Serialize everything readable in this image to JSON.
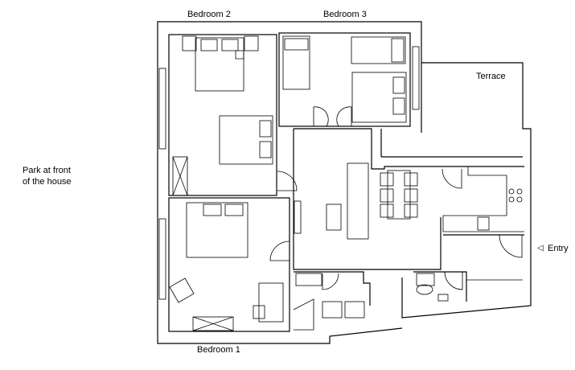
{
  "title": "Apartment floor plan",
  "rooms": {
    "bedroom2": "Bedroom 2",
    "bedroom3": "Bedroom 3",
    "bedroom1": "Bedroom 1",
    "terrace": "Terrace"
  },
  "annotations": {
    "park_line1": "Park at front",
    "park_line2": "of the house",
    "entry": "Entry",
    "entry_icon": "triangle-left-icon"
  },
  "colors": {
    "line": "#000000",
    "background": "#ffffff",
    "secondary_line": "#777777"
  }
}
